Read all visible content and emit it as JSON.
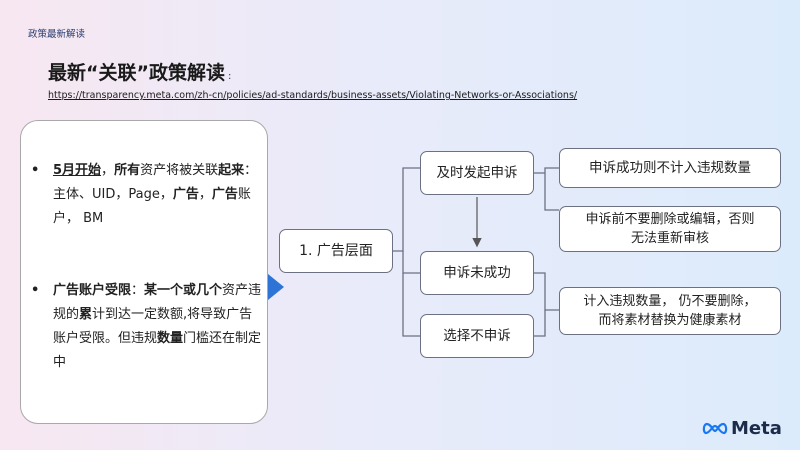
{
  "header": {
    "section_tag": "政策最新解读",
    "title": "最新“关联”政策解读",
    "title_hint": ":",
    "url": "https://transparency.meta.com/zh-cn/policies/ad-standards/business-assets/Violating-Networks-or-Associations/"
  },
  "left_panel": {
    "bullet_1": {
      "dot": "•",
      "part_a": "5月开始",
      "part_b": "，",
      "part_c": "所有",
      "part_d": "资产将被关联",
      "part_e": "起来",
      "part_f": "：主体、UID，Page，",
      "part_g": "广告",
      "part_h": "，",
      "part_i": "广告",
      "part_j": "账户，  BM"
    },
    "bullet_2": {
      "dot": "•",
      "part_a": "广告账户受限",
      "part_b": "：",
      "part_c": "某一个或几个",
      "part_d": "资产违规的",
      "part_e": "累",
      "part_f": "计到达一定数额,将导致广告账户受限。但违规",
      "part_g": "数量",
      "part_h": "门槛还在制定中"
    }
  },
  "flow": {
    "ad_level": "1. 广告层面",
    "appeal": "及时发起申诉",
    "appeal_fail": "申诉未成功",
    "no_appeal": "选择不申诉",
    "success": "申诉成功则不计入违规数量",
    "no_delete_line1": "申诉前不要删除或编辑，否则",
    "no_delete_line2": "无法重新审核",
    "count_line1": "计入违规数量，  仍不要删除，",
    "count_line2": "而将素材替换为健康素材"
  },
  "brand": {
    "logo_text": "Meta",
    "accent": "#2d74d6"
  }
}
